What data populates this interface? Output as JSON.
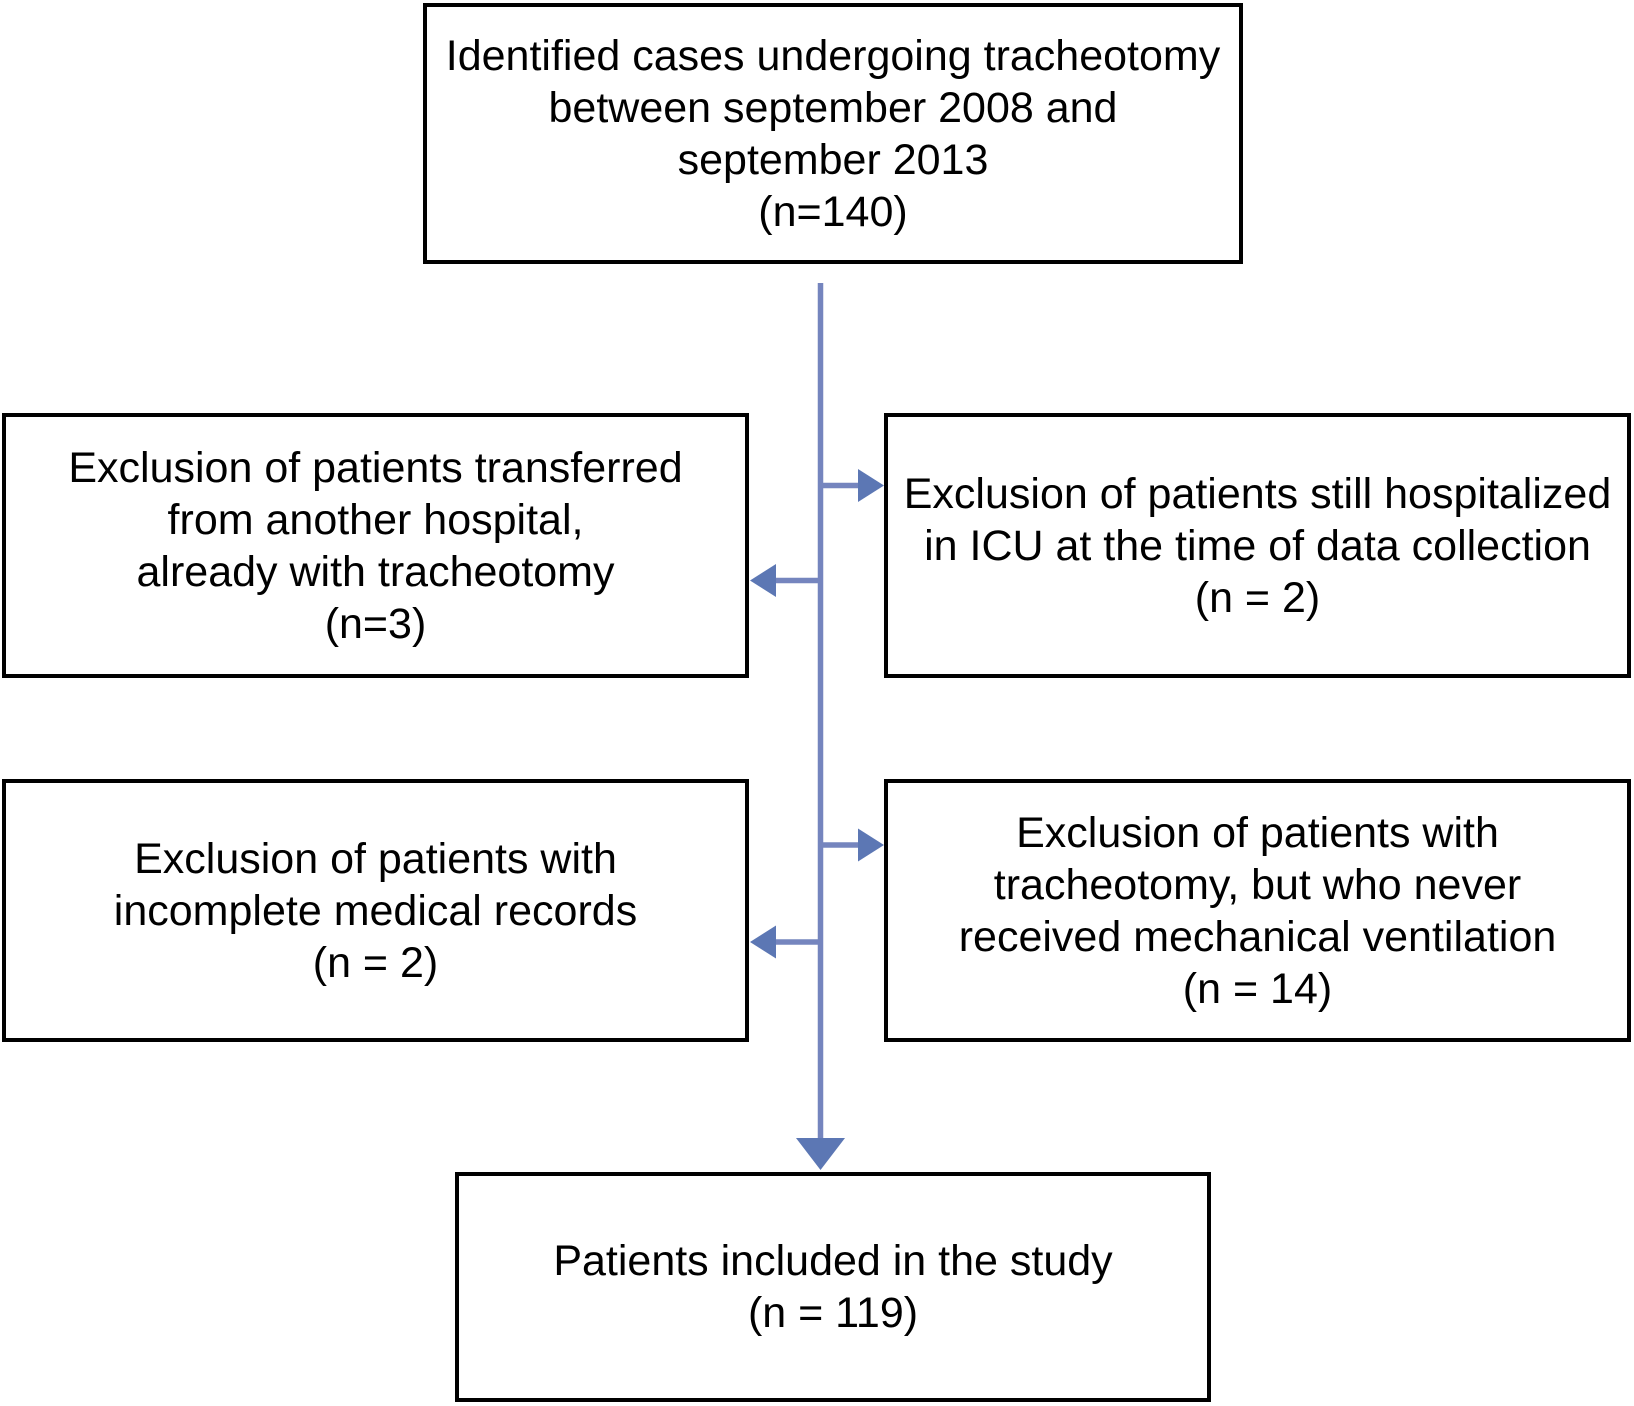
{
  "colors": {
    "background": "#ffffff",
    "box_border": "#000000",
    "text": "#000000",
    "connector_line": "#7585BE",
    "connector_arrowhead": "#5C77B4"
  },
  "flowchart": {
    "top_box": {
      "n": 140,
      "lines": [
        "Identified cases undergoing tracheotomy",
        "between september 2008 and",
        "september 2013",
        "(n=140)"
      ]
    },
    "exclusion_transferred_box": {
      "n": 3,
      "lines": [
        "Exclusion of patients transferred",
        "from another hospital,",
        "already with tracheotomy",
        "(n=3)"
      ]
    },
    "exclusion_icu_box": {
      "n": 2,
      "lines": [
        "Exclusion of patients still hospitalized",
        "in ICU at the time of data collection",
        "(n = 2)"
      ]
    },
    "exclusion_records_box": {
      "n": 2,
      "lines": [
        "Exclusion of patients with",
        "incomplete medical records",
        "(n = 2)"
      ]
    },
    "exclusion_ventilation_box": {
      "n": 14,
      "lines": [
        "Exclusion of patients with",
        "tracheotomy, but who never",
        "received mechanical ventilation",
        "(n = 14)"
      ]
    },
    "included_box": {
      "n": 119,
      "lines": [
        "Patients included in the study",
        "(n = 119)"
      ]
    }
  }
}
